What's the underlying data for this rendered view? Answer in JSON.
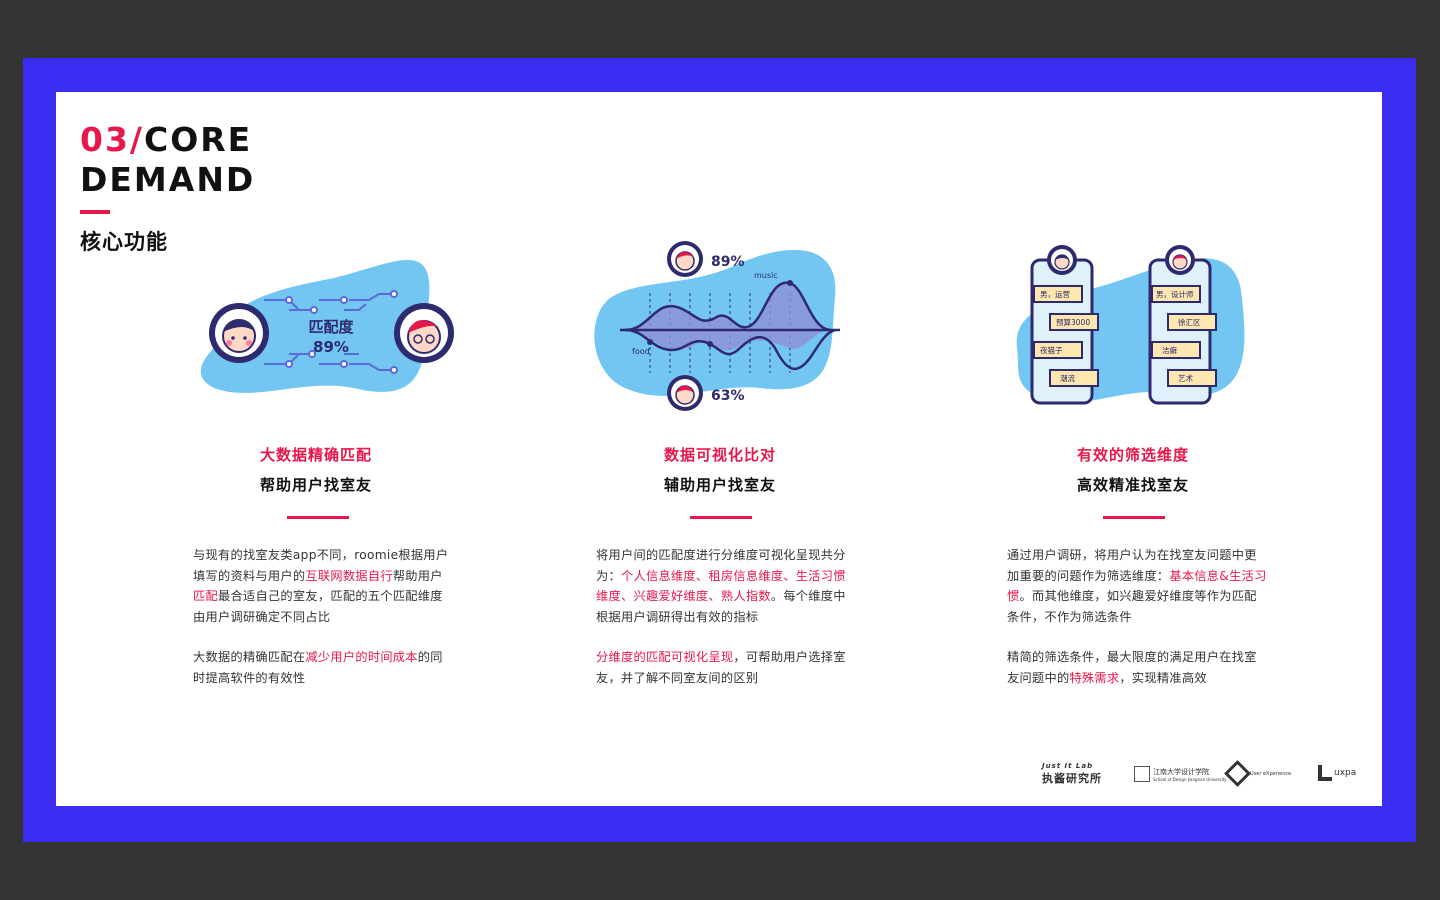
{
  "header": {
    "num": "03/",
    "title_line1": "CORE",
    "title_line2": "DEMAND",
    "subtitle": "核心功能"
  },
  "colors": {
    "accent": "#e8174b",
    "frame": "#3a2cf0",
    "blob": "#74c6f2",
    "ink": "#2e2a6e"
  },
  "features": [
    {
      "title": "大数据精确匹配",
      "subtitle": "帮助用户找室友",
      "illus": {
        "label": "匹配度",
        "percent": "89%"
      },
      "p1": [
        {
          "t": "与现有的找室友类app不同，roomie根据用户填写的资料与用户的",
          "h": false
        },
        {
          "t": "互联网数据自行",
          "h": true
        },
        {
          "t": "帮助用户",
          "h": false
        },
        {
          "t": "匹配",
          "h": true
        },
        {
          "t": "最合适自己的室友，匹配的五个匹配维度由用户调研确定不同占比",
          "h": false
        }
      ],
      "p2": [
        {
          "t": "大数据的精确匹配在",
          "h": false
        },
        {
          "t": "减少用户的时间成本",
          "h": true
        },
        {
          "t": "的同时提高软件的有效性",
          "h": false
        }
      ]
    },
    {
      "title": "数据可视化比对",
      "subtitle": "辅助用户找室友",
      "illus": {
        "top_percent": "89%",
        "bottom_percent": "63%",
        "label_music": "music",
        "label_food": "food"
      },
      "p1": [
        {
          "t": "将用户间的匹配度进行分维度可视化呈现共分为：",
          "h": false
        },
        {
          "t": "个人信息维度、租房信息维度、生活习惯维度、兴趣爱好维度、熟人指数",
          "h": true
        },
        {
          "t": "。每个维度中根据用户调研得出有效的指标",
          "h": false
        }
      ],
      "p2": [
        {
          "t": "分维度的匹配可视化呈现",
          "h": true
        },
        {
          "t": "，可帮助用户选择室友，并了解不同室友间的区别",
          "h": false
        }
      ]
    },
    {
      "title": "有效的筛选维度",
      "subtitle": "高效精准找室友",
      "illus": {
        "left_tags": [
          "男，运营",
          "预算3000",
          "夜猫子",
          "潮流"
        ],
        "right_tags": [
          "男，设计师",
          "徐汇区",
          "洁癖",
          "艺术"
        ]
      },
      "p1": [
        {
          "t": "通过用户调研，将用户认为在找室友问题中更加重要的问题作为筛选维度：",
          "h": false
        },
        {
          "t": "基本信息&生活习惯",
          "h": true
        },
        {
          "t": "。而其他维度，如兴趣爱好维度等作为匹配条件，不作为筛选条件",
          "h": false
        }
      ],
      "p2": [
        {
          "t": "精简的筛选条件，最大限度的满足用户在找室友问题中的",
          "h": false
        },
        {
          "t": "特殊需求",
          "h": true
        },
        {
          "t": "，实现精准高效",
          "h": false
        }
      ]
    }
  ],
  "logos": {
    "lab_top": "Just   It   Lab",
    "lab_bottom": "执酱研究所",
    "school_cn": "江南大学设计学院",
    "school_en": "School of Design Jiangnan University",
    "ux": "User eXperience",
    "uxpa": "uxpa"
  }
}
